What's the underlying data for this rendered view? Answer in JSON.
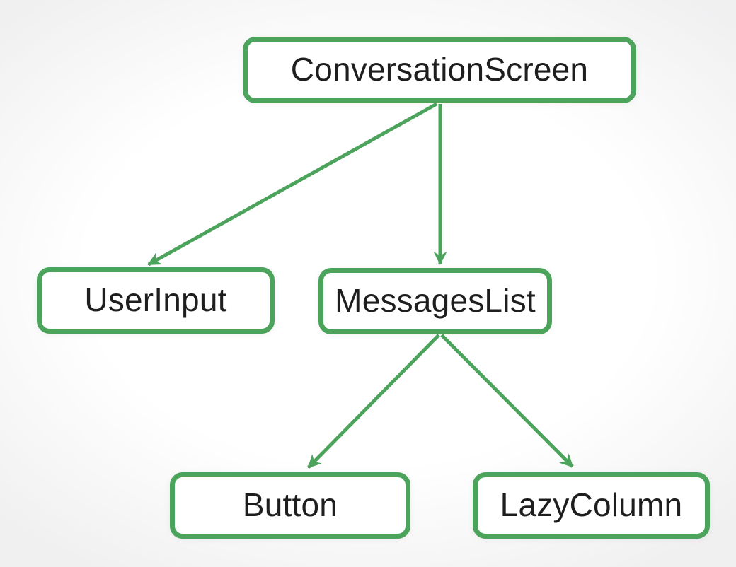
{
  "diagram": {
    "type": "component-tree",
    "nodes": {
      "conversation_screen": {
        "label": "ConversationScreen"
      },
      "user_input": {
        "label": "UserInput"
      },
      "messages_list": {
        "label": "MessagesList"
      },
      "button": {
        "label": "Button"
      },
      "lazy_column": {
        "label": "LazyColumn"
      }
    },
    "edges": [
      {
        "from": "ConversationScreen",
        "to": "UserInput"
      },
      {
        "from": "ConversationScreen",
        "to": "MessagesList"
      },
      {
        "from": "MessagesList",
        "to": "Button"
      },
      {
        "from": "MessagesList",
        "to": "LazyColumn"
      }
    ],
    "colors": {
      "accent_green": "#4CA45C",
      "node_fill": "#FFFFFF",
      "text": "#1E1E1E",
      "background_vignette": "#F0F0F1"
    }
  }
}
